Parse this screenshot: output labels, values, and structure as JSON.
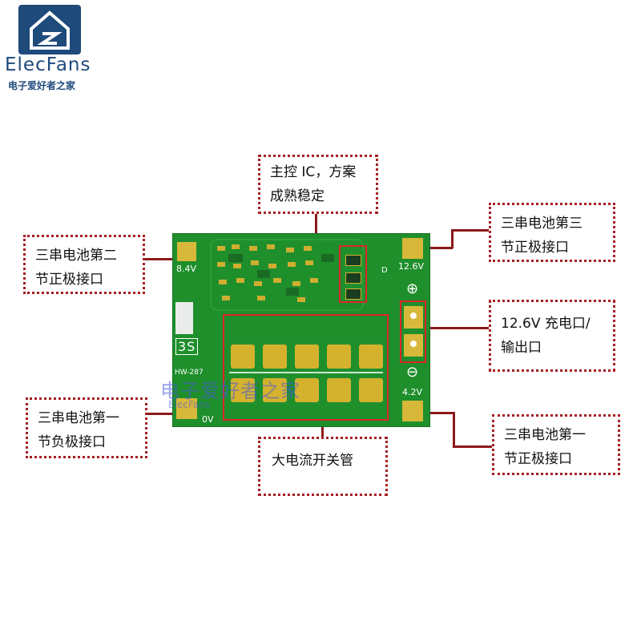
{
  "logo": {
    "name": "ElecFans",
    "subtitle": "电子爱好者之家"
  },
  "callouts": {
    "ic": {
      "line1": "主控 IC，方案",
      "line2": "成熟稳定"
    },
    "cell2_pos": {
      "line1": "三串电池第二",
      "line2": "节正极接口"
    },
    "cell3_pos": {
      "line1": "三串电池第三",
      "line2": "节正极接口"
    },
    "charge_port": {
      "line1": "12.6V 充电口/",
      "line2": "输出口"
    },
    "cell1_neg": {
      "line1": "三串电池第一",
      "line2": "节负极接口"
    },
    "cell1_pos": {
      "line1": "三串电池第一",
      "line2": "节正极接口"
    },
    "mosfet": {
      "line1": "大电流开关管"
    }
  },
  "board": {
    "label_8v4": "8.4V",
    "label_12v6": "12.6V",
    "label_4v2": "4.2V",
    "label_0v": "0V",
    "label_3s": "3S",
    "label_model": "HW-287",
    "plus_symbol": "⊕",
    "minus_symbol": "⊖",
    "colors": {
      "pcb": "#1f8f2c",
      "pad": "#d8b83a",
      "highlight": "#e0232a"
    }
  },
  "watermark": {
    "text": "电子爱好者之家",
    "sub": "ElecFans"
  }
}
